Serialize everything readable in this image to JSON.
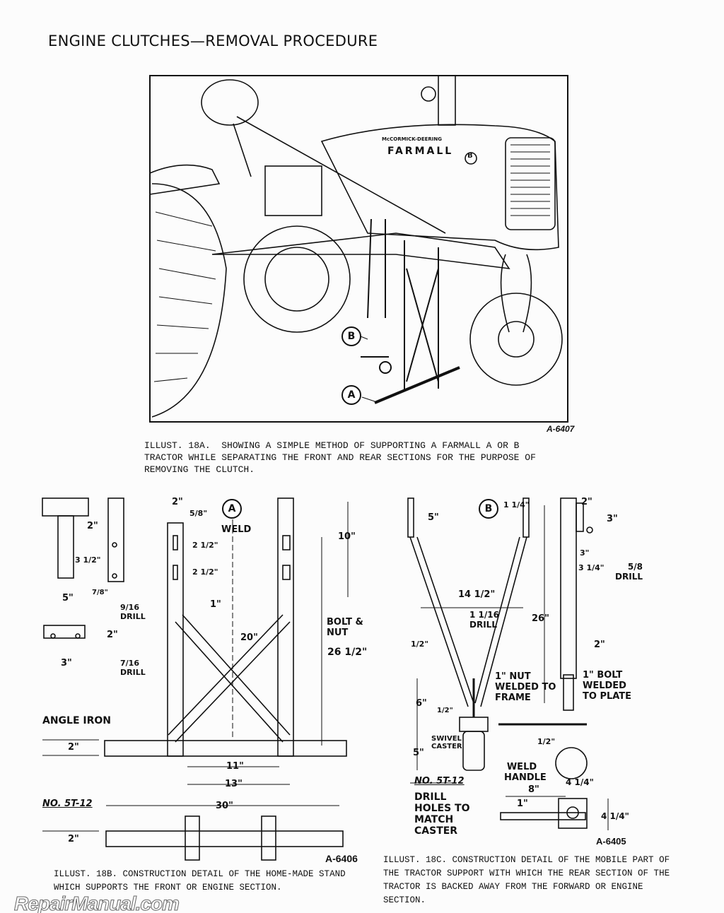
{
  "page_title": "ENGINE CLUTCHES—REMOVAL PROCEDURE",
  "illust_18a": {
    "ref": "A-6407",
    "brand_small": "McCORMICK-DEERING",
    "brand": "FARMALL",
    "badge": "B",
    "callout_b": "B",
    "callout_a": "A",
    "caption": [
      "ILLUST. 18A.  SHOWING A SIMPLE METHOD OF SUPPORTING A FARMALL A OR B",
      "TRACTOR WHILE SEPARATING THE FRONT AND REAR SECTIONS FOR THE PURPOSE OF",
      "REMOVING THE CLUTCH."
    ]
  },
  "illust_18b": {
    "ref": "A-6406",
    "callout": "A",
    "labels": {
      "d_2_top": "2\"",
      "d_5_8": "5/8\"",
      "weld": "WELD",
      "d_10": "10\"",
      "d_2_left": "2\"",
      "d_2_5a": "2 1/2\"",
      "d_2_5b": "2 1/2\"",
      "d_3_5": "3 1/2\"",
      "d_1": "1\"",
      "d_5": "5\"",
      "d_7_8": "7/8\"",
      "drill_9_16": "9/16 DRILL",
      "d_2_mid": "2\"",
      "d_3": "3\"",
      "drill_7_16": "7/16 DRILL",
      "d_20": "20\"",
      "bolt_nut": "BOLT & NUT",
      "d_26_5": "26 1/2\"",
      "angle_iron": "ANGLE IRON",
      "d_2_angle": "2\"",
      "d_11": "11\"",
      "d_13": "13\"",
      "d_30": "30\"",
      "part_no": "NO. 5T-12",
      "d_2_bottom": "2\""
    },
    "caption": "ILLUST. 18B.  CONSTRUCTION DETAIL OF THE HOME-MADE STAND WHICH SUPPORTS THE FRONT OR ENGINE SECTION."
  },
  "illust_18c": {
    "ref": "A-6405",
    "callout": "B",
    "labels": {
      "d_5_top": "5\"",
      "d_1_25": "1 1/4\"",
      "d_2_top": "2\"",
      "d_3a": "3\"",
      "d_3b": "3\"",
      "d_3_25": "3 1/4\"",
      "drill_5_8": "5/8 DRILL",
      "d_14_5": "14 1/2\"",
      "d_26": "26\"",
      "d_2_right": "2\"",
      "d_1_2a": "1/2\"",
      "drill_1_16": "1 1/16 DRILL",
      "nut_welded": "1\" NUT WELDED TO FRAME",
      "bolt_welded": "1\" BOLT WELDED TO PLATE",
      "d_6": "6\"",
      "d_1_2b": "1/2\"",
      "swivel_caster": "SWIVEL CASTER",
      "d_5_bottom": "5\"",
      "d_1_2c": "1/2\"",
      "weld_handle": "WELD HANDLE",
      "d_8": "8\"",
      "d_4_25a": "4 1/4\"",
      "part_no": "NO. 5T-12",
      "drill_holes": "DRILL HOLES TO MATCH CASTER",
      "d_1": "1\"",
      "d_4_25b": "4 1/4\""
    },
    "caption": "ILLUST. 18C.  CONSTRUCTION DETAIL OF THE MOBILE PART OF THE TRACTOR SUPPORT WITH WHICH THE REAR SECTION OF THE TRACTOR IS BACKED AWAY FROM THE FORWARD OR ENGINE SECTION."
  },
  "watermark": "RepairManual.com"
}
